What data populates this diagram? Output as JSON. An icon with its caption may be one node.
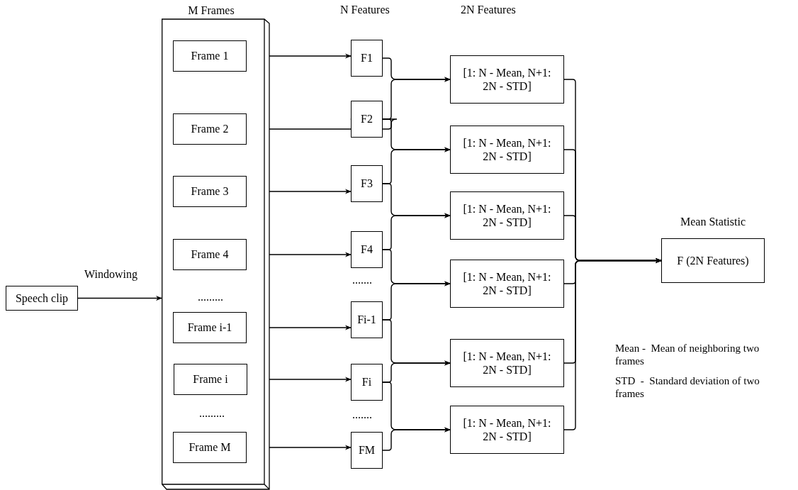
{
  "diagram": {
    "nodes": [
      {
        "text": [
          "Speech clip"
        ]
      },
      {
        "text": [
          "M Frames"
        ]
      },
      {
        "text": [
          "Frame 1"
        ],
        "in": 1
      },
      {
        "text": [
          "Frame 2"
        ],
        "in": 1
      },
      {
        "text": [
          "Frame 3"
        ],
        "in": 1
      },
      {
        "text": [
          "Frame 4"
        ],
        "in": 1
      },
      {
        "text": [
          "Frame i-1"
        ],
        "in": 1
      },
      {
        "text": [
          "Frame i"
        ],
        "in": 1
      },
      {
        "text": [
          "Frame M"
        ],
        "in": 1
      },
      {
        "text": [
          "F1"
        ]
      },
      {
        "text": [
          "F2"
        ]
      },
      {
        "text": [
          "F3"
        ]
      },
      {
        "text": [
          "F4"
        ]
      },
      {
        "text": [
          "Fi-1"
        ]
      },
      {
        "text": [
          "Fi"
        ]
      },
      {
        "text": [
          "FM"
        ]
      },
      {
        "text": [
          "[1: N - Mean, N+1: 2N - STD]"
        ]
      },
      {
        "text": [
          "[1: N - Mean, N+1: 2N - STD]"
        ]
      },
      {
        "text": [
          "[1: N - Mean, N+1: 2N - STD]"
        ]
      },
      {
        "text": [
          "[1: N - Mean, N+1: 2N - STD]"
        ]
      },
      {
        "text": [
          "[1: N - Mean, N+1: 2N - STD]"
        ]
      },
      {
        "text": [
          "[1: N - Mean, N+1: 2N - STD]"
        ]
      },
      {
        "text": [
          "F (2N Features)"
        ],
        "beside": [
          "Mean Statistic"
        ]
      }
    ],
    "edges": [
      {
        "from": 0,
        "to": 1,
        "arrow": "to",
        "label": "Windowing"
      },
      {
        "from": 2,
        "to": 9,
        "arrow": "to"
      },
      {
        "from": 3,
        "to": 10,
        "arrow": "to"
      },
      {
        "from": 4,
        "to": 11,
        "arrow": "to"
      },
      {
        "from": 5,
        "to": 12,
        "arrow": "to"
      },
      {
        "from": 6,
        "to": 13,
        "arrow": "to"
      },
      {
        "from": 7,
        "to": 14,
        "arrow": "to"
      },
      {
        "from": 8,
        "to": 15,
        "arrow": "to"
      },
      {
        "from": 9,
        "to": 16,
        "arrow": "to"
      },
      {
        "from": 10,
        "to": 16,
        "arrow": "to"
      },
      {
        "from": 10,
        "to": 17,
        "arrow": "to"
      },
      {
        "from": 11,
        "to": 17,
        "arrow": "to"
      },
      {
        "from": 11,
        "to": 18,
        "arrow": "to"
      },
      {
        "from": 12,
        "to": 18,
        "arrow": "to"
      },
      {
        "from": 12,
        "to": 19,
        "arrow": "to"
      },
      {
        "from": 13,
        "to": 19,
        "arrow": "to"
      },
      {
        "from": 13,
        "to": 20,
        "arrow": "to"
      },
      {
        "from": 14,
        "to": 20,
        "arrow": "to"
      },
      {
        "from": 14,
        "to": 21,
        "arrow": "to"
      },
      {
        "from": 15,
        "to": 21,
        "arrow": "to"
      },
      {
        "from": 16,
        "to": 22,
        "arrow": "to"
      },
      {
        "from": 17,
        "to": 22,
        "arrow": "to"
      },
      {
        "from": 18,
        "to": 22,
        "arrow": "to"
      },
      {
        "from": 19,
        "to": 22,
        "arrow": "to"
      },
      {
        "from": 20,
        "to": 22,
        "arrow": "to"
      },
      {
        "from": 21,
        "to": 22,
        "arrow": "to"
      }
    ],
    "labels": [
      "N Features",
      "2N Features",
      ".......",
      ".........",
      ".........",
      ".......",
      "Mean -  Mean of neighboring two frames",
      "STD  -  Standard deviation of two frames"
    ]
  }
}
